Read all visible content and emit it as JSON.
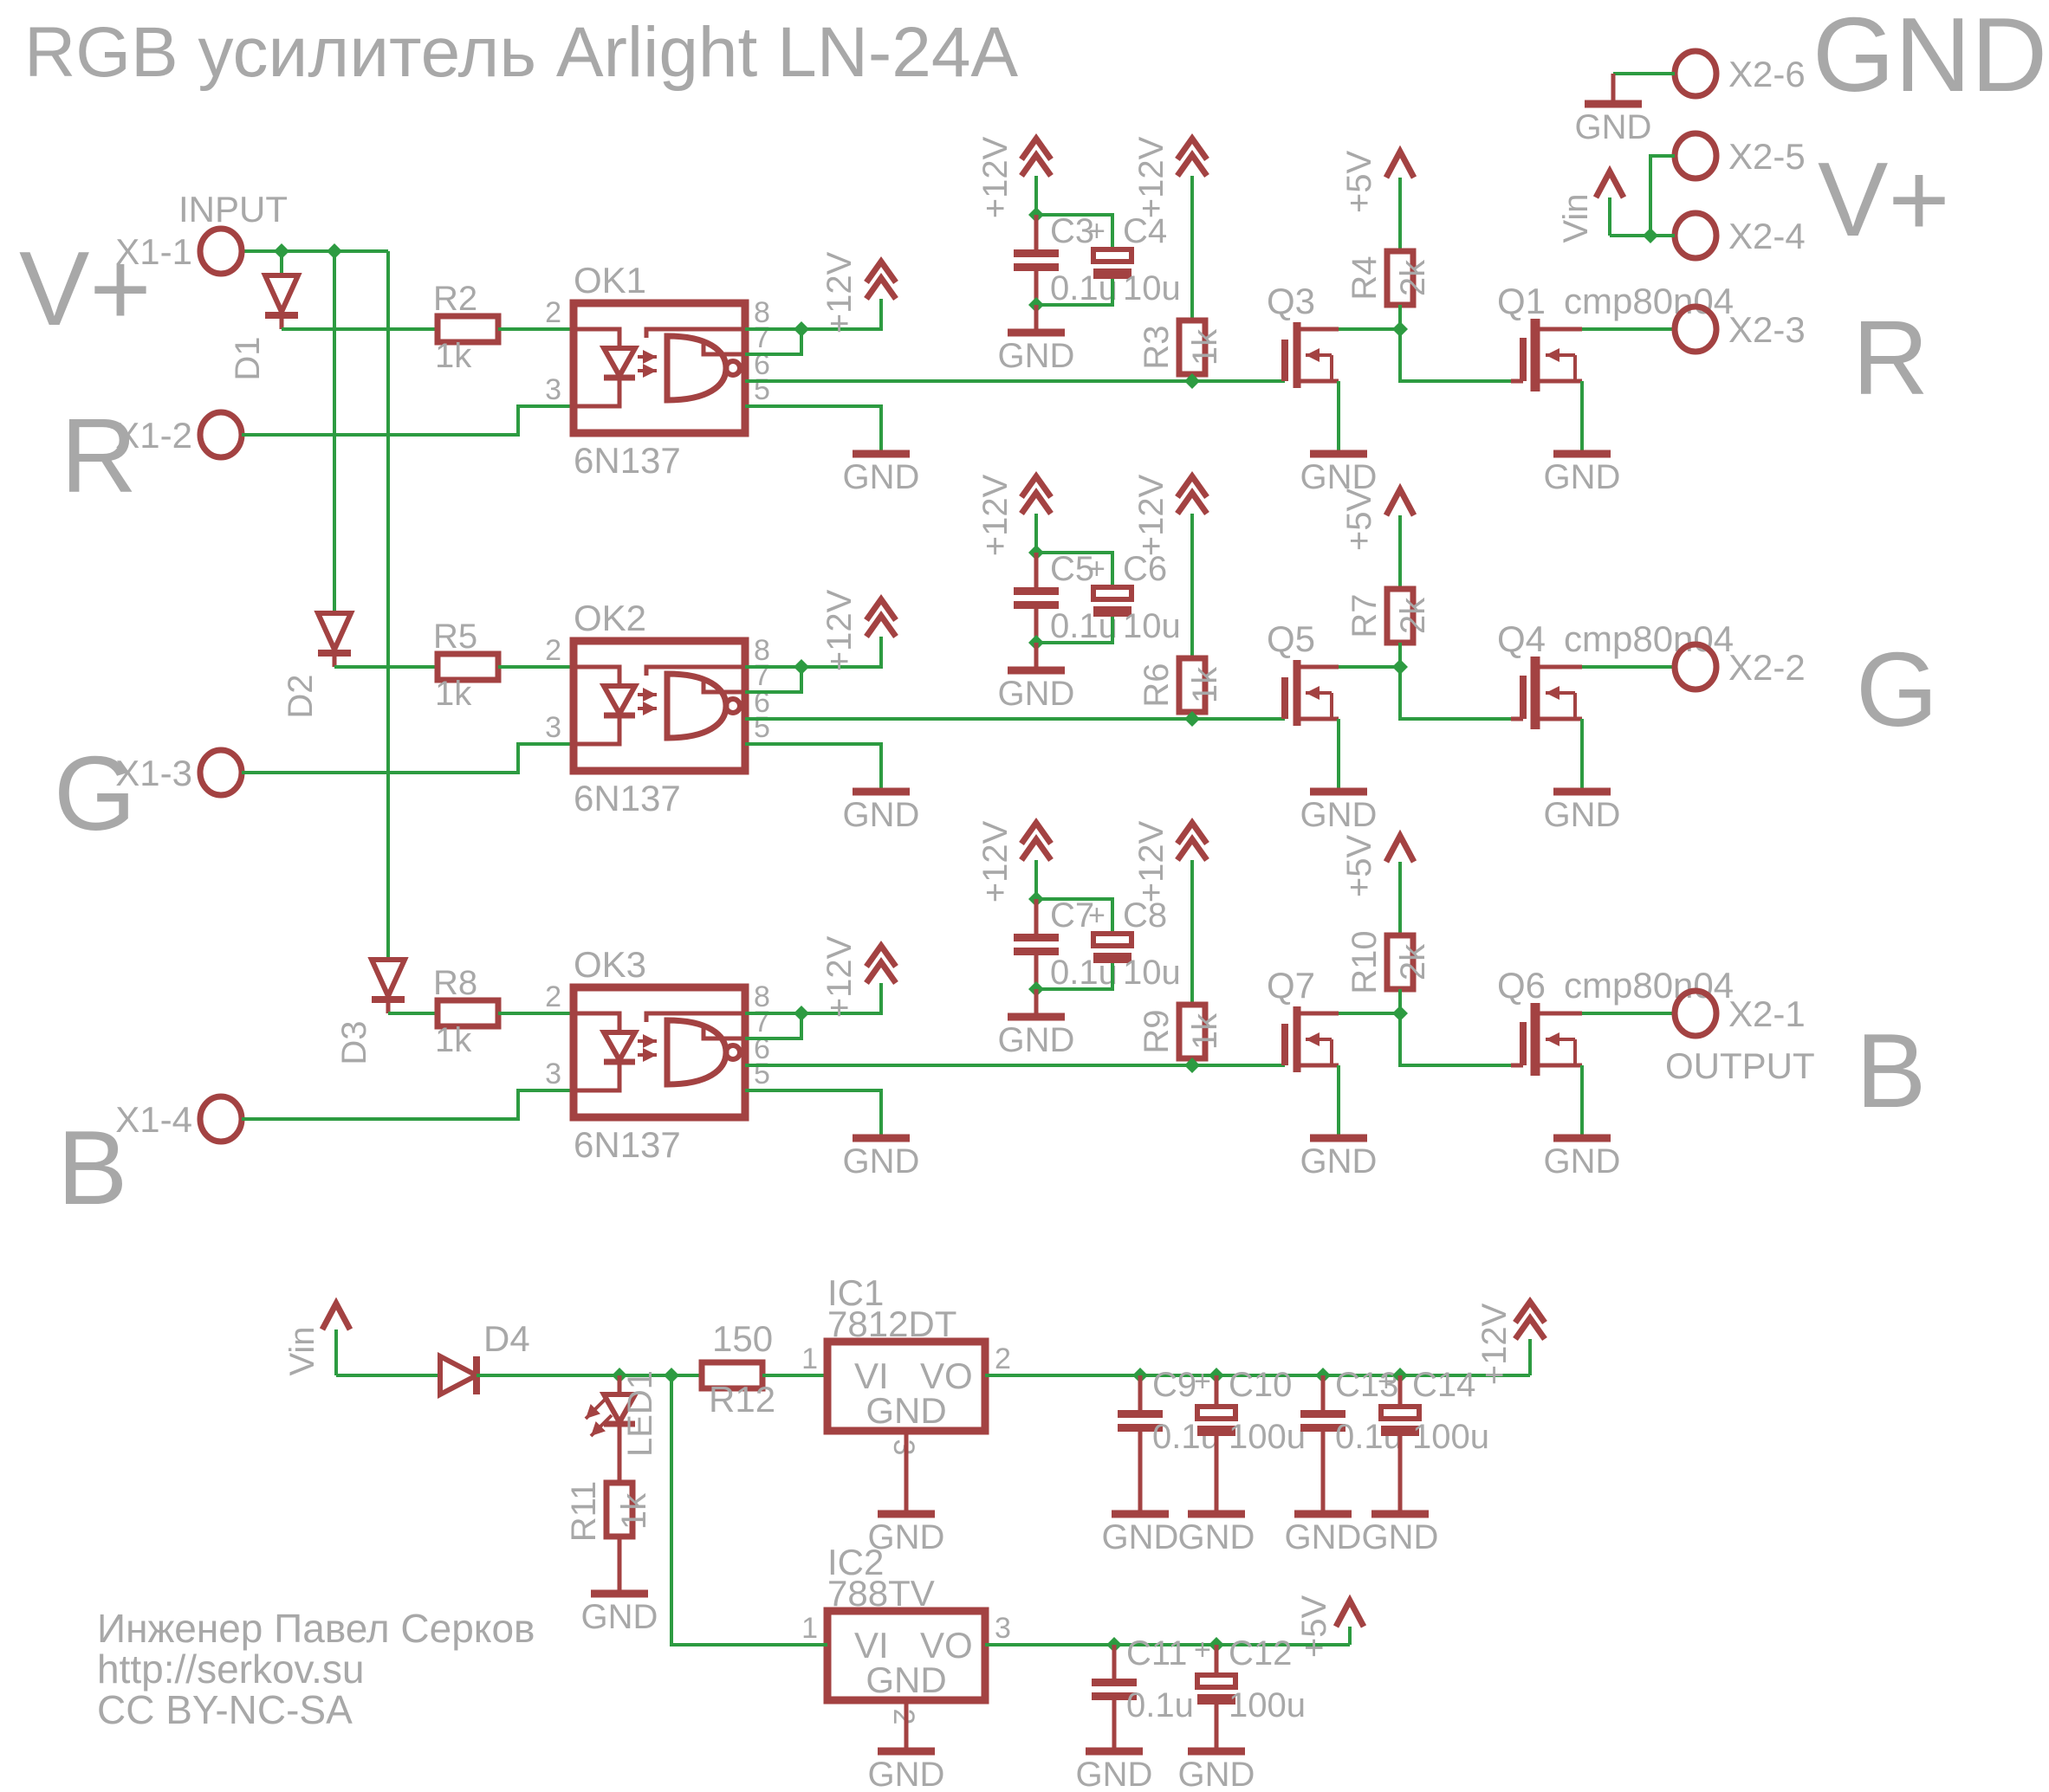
{
  "title": "RGB усилитель Arlight LN-24A",
  "colors": {
    "wire": "#2d9b41",
    "part": "#a34242",
    "text": "#a8a8a8",
    "background": "#ffffff"
  },
  "side_labels": {
    "left": [
      "V+",
      "R",
      "G",
      "B"
    ],
    "right": [
      "GND",
      "V+",
      "R",
      "G",
      "B"
    ]
  },
  "input": {
    "header": "INPUT",
    "connectors": [
      "X1-1",
      "X1-2",
      "X1-3",
      "X1-4"
    ]
  },
  "rails": {
    "v12": "+12V",
    "v5": "+5V",
    "vin": "Vin",
    "gnd": "GND"
  },
  "polarity_mark": "+",
  "opto_pins": {
    "anode": "2",
    "cathode": "3",
    "vcc": "8",
    "enable": "7",
    "out": "6",
    "gnd": "5"
  },
  "channels": [
    {
      "opto": "OK1",
      "part": "6N137",
      "input_diode": "D1",
      "series_resistor": "R2",
      "series_value": "1k",
      "pullup_resistor": "R3",
      "pullup_value": "1k",
      "gate_resistor": "R4",
      "gate_value": "2k",
      "driver": "Q3",
      "power_fet": "Q1",
      "power_part": "cmp80n04",
      "cap_small": "C3",
      "cap_small_value": "0.1u",
      "cap_bulk": "C4",
      "cap_bulk_value": "10u",
      "connector": "X2-3",
      "output_label": ""
    },
    {
      "opto": "OK2",
      "part": "6N137",
      "input_diode": "D2",
      "series_resistor": "R5",
      "series_value": "1k",
      "pullup_resistor": "R6",
      "pullup_value": "1k",
      "gate_resistor": "R7",
      "gate_value": "2k",
      "driver": "Q5",
      "power_fet": "Q4",
      "power_part": "cmp80n04",
      "cap_small": "C5",
      "cap_small_value": "0.1u",
      "cap_bulk": "C6",
      "cap_bulk_value": "10u",
      "connector": "X2-2",
      "output_label": ""
    },
    {
      "opto": "OK3",
      "part": "6N137",
      "input_diode": "D3",
      "series_resistor": "R8",
      "series_value": "1k",
      "pullup_resistor": "R9",
      "pullup_value": "1k",
      "gate_resistor": "R10",
      "gate_value": "2k",
      "driver": "Q7",
      "power_fet": "Q6",
      "power_part": "cmp80n04",
      "cap_small": "C7",
      "cap_small_value": "0.1u",
      "cap_bulk": "C8",
      "cap_bulk_value": "10u",
      "connector": "X2-1",
      "output_label": "OUTPUT"
    }
  ],
  "top_right": {
    "connectors": [
      "X2-6",
      "X2-5",
      "X2-4"
    ]
  },
  "psu": {
    "vin_label": "Vin",
    "diode": "D4",
    "led": "LED1",
    "led_resistor": "R11",
    "led_resistor_value": "1k",
    "series_resistor": "R12",
    "series_value": "150",
    "regulators": [
      {
        "ref": "IC1",
        "part": "7812DT",
        "pin_in": "1",
        "pin_out": "2",
        "pin_gnd": "3",
        "in_label": "VI",
        "out_label": "VO",
        "gnd_label": "GND",
        "rail": "+12V"
      },
      {
        "ref": "IC2",
        "part": "788TV",
        "pin_in": "1",
        "pin_out": "3",
        "pin_gnd": "2",
        "in_label": "VI",
        "out_label": "VO",
        "gnd_label": "GND",
        "rail": "+5V"
      }
    ],
    "rail12_caps": [
      {
        "ref": "C9",
        "value": "0.1u",
        "polarized": false
      },
      {
        "ref": "C10",
        "value": "100u",
        "polarized": true
      },
      {
        "ref": "C13",
        "value": "0.1u",
        "polarized": false
      },
      {
        "ref": "C14",
        "value": "100u",
        "polarized": true
      }
    ],
    "rail5_caps": [
      {
        "ref": "C11",
        "value": "0.1u",
        "polarized": false
      },
      {
        "ref": "C12",
        "value": "100u",
        "polarized": true
      }
    ]
  },
  "credits": [
    "Инженер Павел Серков",
    "http://serkov.su",
    "CC BY-NC-SA"
  ]
}
